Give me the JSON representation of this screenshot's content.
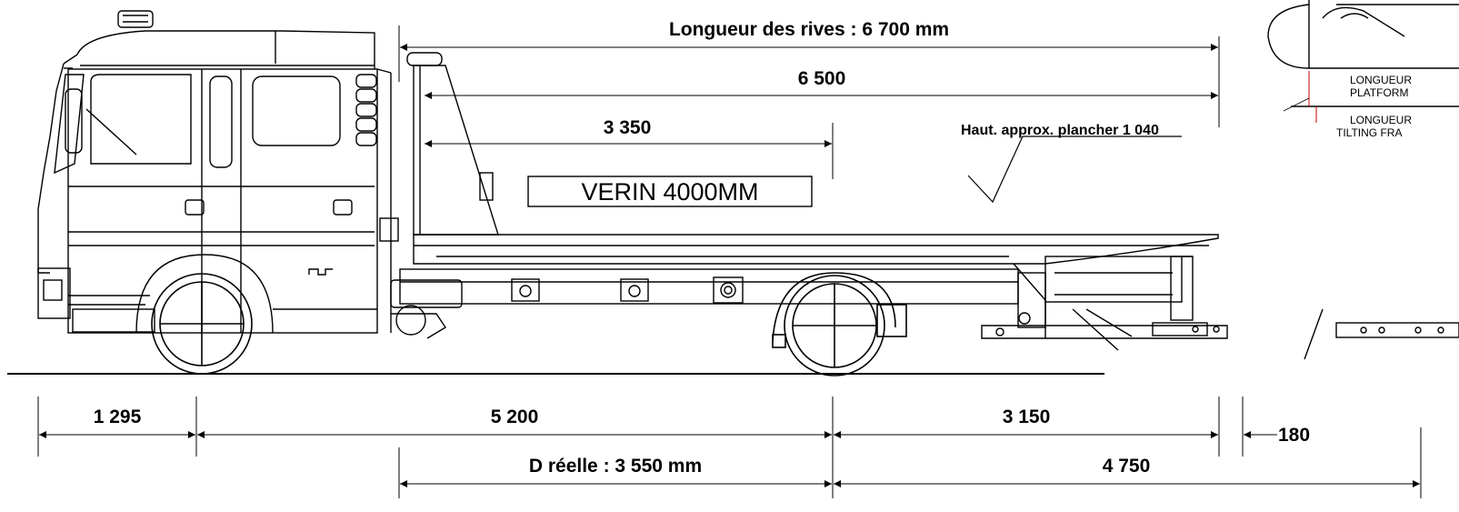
{
  "dimensions": {
    "bank_length": "Longueur des rives : 6 700 mm",
    "platform_length": "6 500",
    "partial_length": "3 350",
    "floor_height": "Haut. approx. plancher",
    "floor_height_value": "1 040",
    "front_overhang": "1 295",
    "wheelbase": "5 200",
    "rear_section": "3 150",
    "extra": "180",
    "real_d": "D réelle : 3 550 mm",
    "rear_total": "4 750"
  },
  "cylinder_label": "VERIN 4000MM",
  "side_legend": {
    "row1_line1": "LONGUEUR",
    "row1_line2": "PLATFORM",
    "row2_line1": "LONGUEUR",
    "row2_line2": "TILTING FRA"
  }
}
